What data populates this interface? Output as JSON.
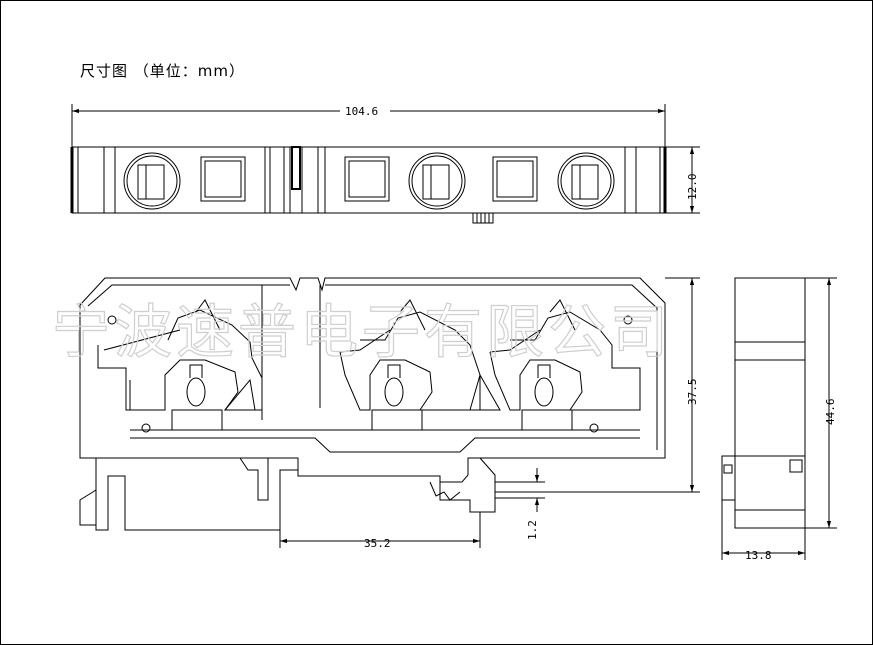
{
  "title": "尺寸图 （单位：mm）",
  "watermark": "宁波速普电子有限公司",
  "dimensions": {
    "overall_length": "104.6",
    "top_height": "12.0",
    "front_height": "37.5",
    "rail_pitch": "35.2",
    "rail_offset": "1.2",
    "side_height": "44.6",
    "side_width": "13.8"
  },
  "colors": {
    "line": "#000000",
    "watermark": "#cfcfcf"
  }
}
